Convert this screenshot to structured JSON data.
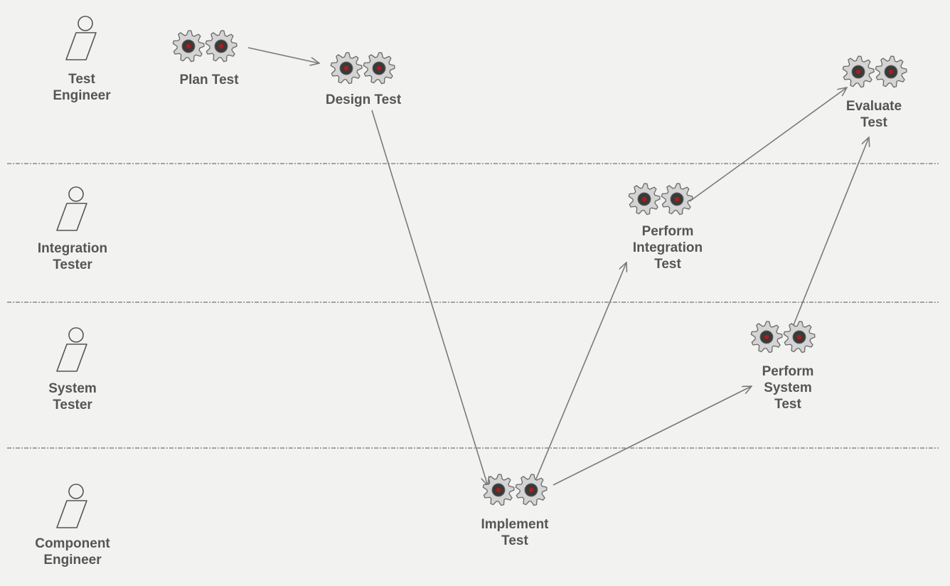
{
  "lanes": [
    {
      "id": "test-engineer",
      "lines": [
        "Test",
        "Engineer"
      ]
    },
    {
      "id": "integration-tester",
      "lines": [
        "Integration",
        "Tester"
      ]
    },
    {
      "id": "system-tester",
      "lines": [
        "System",
        "Tester"
      ]
    },
    {
      "id": "component-engineer",
      "lines": [
        "Component",
        "Engineer"
      ]
    }
  ],
  "activities": [
    {
      "id": "plan-test",
      "lines": [
        "Plan Test"
      ]
    },
    {
      "id": "design-test",
      "lines": [
        "Design Test"
      ]
    },
    {
      "id": "evaluate-test",
      "lines": [
        "Evaluate",
        "Test"
      ]
    },
    {
      "id": "perform-integration-test",
      "lines": [
        "Perform",
        "Integration",
        "Test"
      ]
    },
    {
      "id": "perform-system-test",
      "lines": [
        "Perform",
        "System",
        "Test"
      ]
    },
    {
      "id": "implement-test",
      "lines": [
        "Implement",
        "Test"
      ]
    }
  ],
  "flows": [
    {
      "from": "plan-test",
      "to": "design-test"
    },
    {
      "from": "design-test",
      "to": "implement-test"
    },
    {
      "from": "implement-test",
      "to": "perform-integration-test"
    },
    {
      "from": "implement-test",
      "to": "perform-system-test"
    },
    {
      "from": "perform-integration-test",
      "to": "evaluate-test"
    },
    {
      "from": "perform-system-test",
      "to": "evaluate-test"
    }
  ],
  "colors": {
    "background": "#f2f2f0",
    "gear_fill": "#d4d4d4",
    "gear_stroke": "#6a6a6a",
    "gear_center": "#3a3a3a",
    "gear_center_dot": "#b11a1a",
    "text": "#555555",
    "arrow": "#7a7a7a",
    "divider": "#a3a3a3"
  },
  "icons": {
    "worker": "actor-icon",
    "activity": "gears-icon"
  }
}
